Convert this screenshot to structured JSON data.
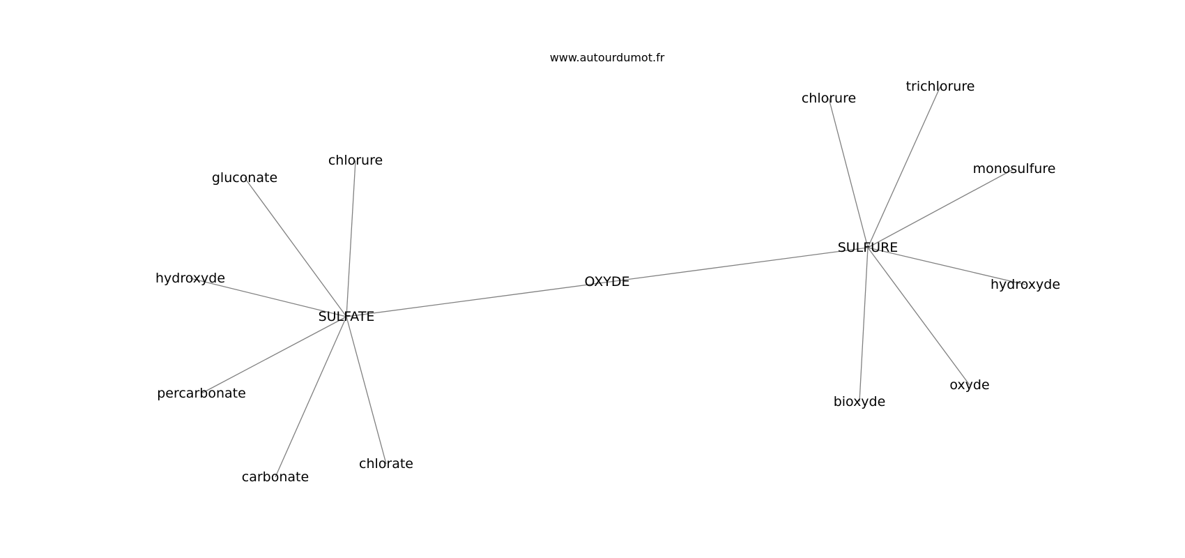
{
  "header": {
    "site": "www.autourdumot.fr"
  },
  "graph": {
    "nodes": [
      {
        "id": "oxyde_center",
        "label": "OXYDE"
      },
      {
        "id": "sulfate",
        "label": "SULFATE"
      },
      {
        "id": "sulfure",
        "label": "SULFURE"
      },
      {
        "id": "sulfate_chlorure",
        "label": "chlorure"
      },
      {
        "id": "sulfate_gluconate",
        "label": "gluconate"
      },
      {
        "id": "sulfate_hydroxyde",
        "label": "hydroxyde"
      },
      {
        "id": "sulfate_percarbonate",
        "label": "percarbonate"
      },
      {
        "id": "sulfate_carbonate",
        "label": "carbonate"
      },
      {
        "id": "sulfate_chlorate",
        "label": "chlorate"
      },
      {
        "id": "sulfure_chlorure",
        "label": "chlorure"
      },
      {
        "id": "sulfure_trichlorure",
        "label": "trichlorure"
      },
      {
        "id": "sulfure_monosulfure",
        "label": "monosulfure"
      },
      {
        "id": "sulfure_hydroxyde",
        "label": "hydroxyde"
      },
      {
        "id": "sulfure_oxyde",
        "label": "oxyde"
      },
      {
        "id": "sulfure_bioxyde",
        "label": "bioxyde"
      }
    ],
    "edges": [
      [
        "sulfate",
        "sulfure"
      ],
      [
        "sulfate",
        "sulfate_chlorure"
      ],
      [
        "sulfate",
        "sulfate_gluconate"
      ],
      [
        "sulfate",
        "sulfate_hydroxyde"
      ],
      [
        "sulfate",
        "sulfate_percarbonate"
      ],
      [
        "sulfate",
        "sulfate_carbonate"
      ],
      [
        "sulfate",
        "sulfate_chlorate"
      ],
      [
        "sulfure",
        "sulfure_chlorure"
      ],
      [
        "sulfure",
        "sulfure_trichlorure"
      ],
      [
        "sulfure",
        "sulfure_monosulfure"
      ],
      [
        "sulfure",
        "sulfure_hydroxyde"
      ],
      [
        "sulfure",
        "sulfure_oxyde"
      ],
      [
        "sulfure",
        "sulfure_bioxyde"
      ]
    ]
  }
}
